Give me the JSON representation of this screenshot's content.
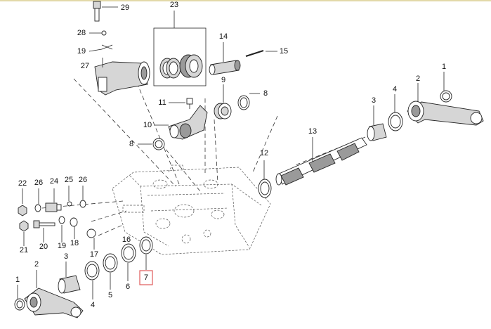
{
  "diagram": {
    "callouts": [
      {
        "id": "c1a",
        "text": "1"
      },
      {
        "id": "c2a",
        "text": "2"
      },
      {
        "id": "c3a",
        "text": "3"
      },
      {
        "id": "c4a",
        "text": "4"
      },
      {
        "id": "c8a",
        "text": "8"
      },
      {
        "id": "c8b",
        "text": "8"
      },
      {
        "id": "c9",
        "text": "9"
      },
      {
        "id": "c10",
        "text": "10"
      },
      {
        "id": "c11",
        "text": "11"
      },
      {
        "id": "c12",
        "text": "12"
      },
      {
        "id": "c13",
        "text": "13"
      },
      {
        "id": "c14",
        "text": "14"
      },
      {
        "id": "c15",
        "text": "15"
      },
      {
        "id": "c23",
        "text": "23"
      },
      {
        "id": "c27",
        "text": "27"
      },
      {
        "id": "c19a",
        "text": "19"
      },
      {
        "id": "c28",
        "text": "28"
      },
      {
        "id": "c29",
        "text": "29"
      },
      {
        "id": "c22",
        "text": "22"
      },
      {
        "id": "c26a",
        "text": "26"
      },
      {
        "id": "c24",
        "text": "24"
      },
      {
        "id": "c25",
        "text": "25"
      },
      {
        "id": "c26b",
        "text": "26"
      },
      {
        "id": "c21",
        "text": "21"
      },
      {
        "id": "c20",
        "text": "20"
      },
      {
        "id": "c19b",
        "text": "19"
      },
      {
        "id": "c18",
        "text": "18"
      },
      {
        "id": "c17",
        "text": "17"
      },
      {
        "id": "c16",
        "text": "16"
      },
      {
        "id": "c7",
        "text": "7"
      },
      {
        "id": "c6",
        "text": "6"
      },
      {
        "id": "c5",
        "text": "5"
      },
      {
        "id": "c4b",
        "text": "4"
      },
      {
        "id": "c3b",
        "text": "3"
      },
      {
        "id": "c2b",
        "text": "2"
      },
      {
        "id": "c1b",
        "text": "1"
      }
    ],
    "highlighted_callout": "c7",
    "colors": {
      "highlight": "#e05a5a",
      "line": "#222222",
      "topbar": "#e2d9a8"
    }
  }
}
